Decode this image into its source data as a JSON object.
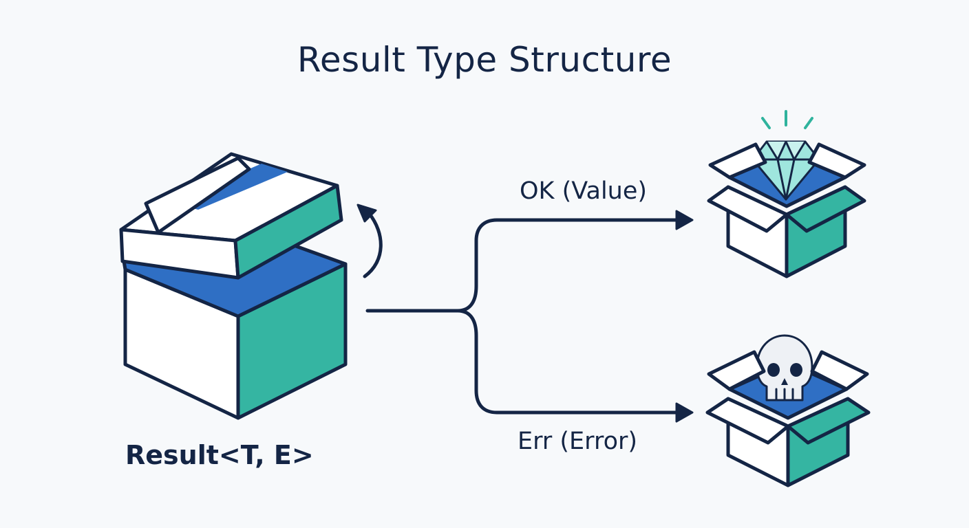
{
  "title": "Result Type Structure",
  "main_box": {
    "label": "Result<T, E>"
  },
  "branches": [
    {
      "label": "OK (Value)",
      "icon": "diamond-icon"
    },
    {
      "label": "Err (Error)",
      "icon": "skull-icon"
    }
  ],
  "colors": {
    "outline": "#142545",
    "teal": "#35b5a2",
    "blue": "#2f6fc4",
    "white": "#ffffff",
    "background": "#f7f9fb"
  }
}
